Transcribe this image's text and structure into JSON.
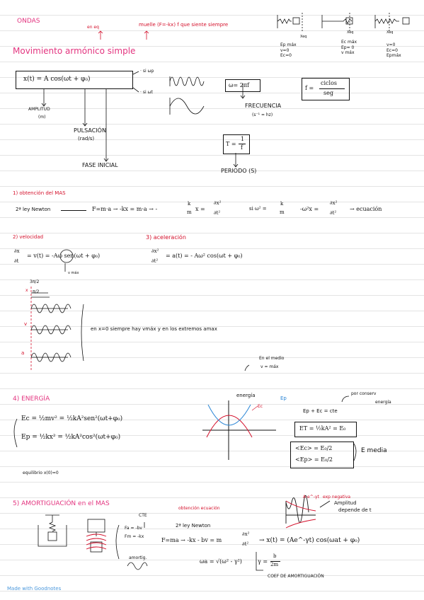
{
  "header": {
    "title": "ONDAS",
    "note_eq": "en eq",
    "note_force": "muelle (F=-kx) f que siente siempre",
    "xeq_labels": [
      "Xeq",
      "Xeq",
      "Xeq"
    ],
    "energies_left": [
      "Ep máx",
      "v=0",
      "Ec=0"
    ],
    "energies_mid": [
      "Ec máx",
      "Ep= 0",
      "v máx"
    ],
    "energies_right": [
      "v=0",
      "Ec=0",
      "Epmáx"
    ]
  },
  "mas": {
    "title": "Movimiento armónico simple",
    "equation": "x(t) = A cos(ωt + φ₀)",
    "si_wp": "· si ωp",
    "si_wt": "· si ωt",
    "amplitud": "AMPLITUD",
    "amplitud_unit": "(m)",
    "pulsacion": "PULSACIÓN",
    "pulsacion_unit": "(rad/s)",
    "fase": "FASE INICIAL",
    "omega_eq": "ω= 2πf",
    "frecuencia": "FRECUENCIA",
    "frecuencia_unit": "(s⁻¹ = hz)",
    "f_eq_lhs": "f =",
    "f_eq_num": "ciclos",
    "f_eq_den": "seg",
    "T_eq_lhs": "T =",
    "T_eq_num": "1",
    "T_eq_den": "f",
    "periodo": "PERIODO (S)"
  },
  "s1": {
    "title": "1) obtención del MAS",
    "law": "2ª ley Newton",
    "eq1": "F=m·a → -kx = m·a → -",
    "frac_k": "k",
    "frac_m": "m",
    "eq1b": "x =",
    "d2x": "∂x²",
    "dt2": "∂t²",
    "si_w2": "si ω² =",
    "eq2": "-ω²x =",
    "ecuacion": "→ ecuación"
  },
  "s2": {
    "title": "2) velocidad",
    "lhs_num": "∂x",
    "lhs_den": "∂t",
    "eq": "= v(t) = -Aω sen(ωt + φ₀)",
    "vmax": "v máx",
    "label_3pi2": "3π/2",
    "label_x": "x",
    "label_pi2": "π/2",
    "label_v": "v",
    "label_a": "a",
    "note": "en x=0 siempre hay vmáx y en los extremos amax",
    "medio1": "En el medio",
    "medio2": "v = máx"
  },
  "s3": {
    "title": "3) aceleración",
    "lhs_num": "∂x²",
    "lhs_den": "∂t²",
    "eq": "= a(t) = - Aω² cos(ωt + φ₀)"
  },
  "s4": {
    "title": "4) ENERGÍA",
    "ec": "Ec = ½mv² = ½kA²sen²(ωt+φ₀)",
    "ep": "Ep = ½kx² = ½kA²cos²(ωt+φ₀)",
    "equilibrio": "equilibrio x(0)=0",
    "energia_axis": "energía",
    "ec_label": "Ec",
    "ep_label": "Ep",
    "conserv": "por conserv",
    "energia": "energía",
    "sum": "Ep + Ec = cte",
    "et": "ET = ½kA² = E₀",
    "avg_ec": "<Ec> = E₀/2",
    "avg_ep": "<Ep> = E₀/2",
    "media": "E media"
  },
  "s5": {
    "title": "5) AMORTIGUACIÓN en el MAS",
    "cte": "CTE",
    "fa": "Fa = -bv",
    "fm": "Fm = -kx",
    "amortig": "amortig.",
    "exp_label": "A·e^-γt",
    "exp_neg": "exp negativa",
    "obtencion": "obtención ecuación",
    "law": "2ª ley Newton",
    "eq": "F=ma → -kx - bv = m",
    "d2x": "∂x²",
    "dt2": "∂t²",
    "sol": "→ x(t) = (Ae^-γt) cos(ωat + φ₀)",
    "amp1": "Amplitud",
    "amp2": "depende de t",
    "wa": "ωa = √(ω² - γ²)",
    "gamma_lhs": "γ =",
    "gamma_num": "b",
    "gamma_den": "2m",
    "coef": "COEF DE AMORTIGUACIÓN"
  },
  "footer": {
    "logo": "Made with Goodnotes"
  },
  "colors": {
    "pink": "#e3347f",
    "red": "#d40f2a",
    "blue": "#2b86d6",
    "ink": "#111111"
  }
}
